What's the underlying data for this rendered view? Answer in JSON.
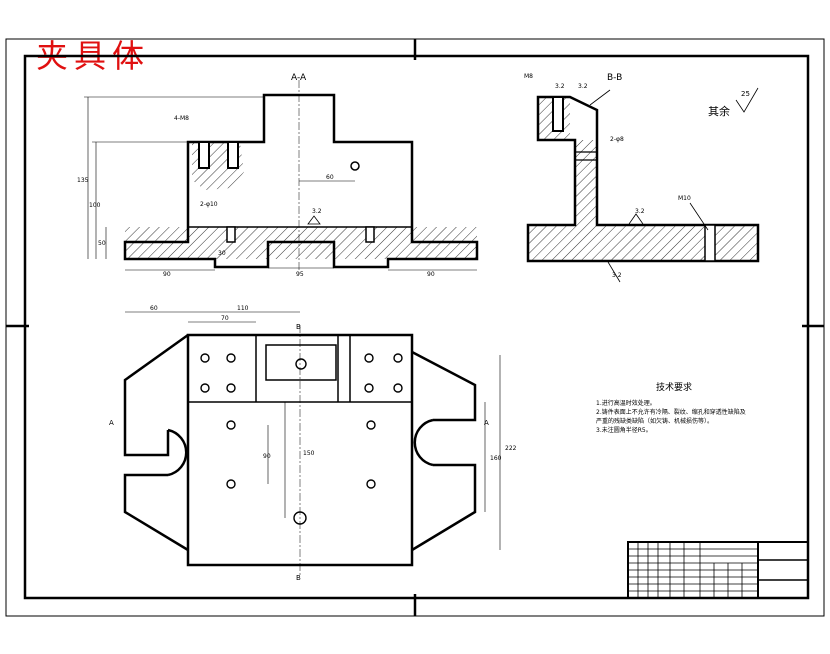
{
  "title": "夹具体",
  "views": {
    "section_a": "A-A",
    "section_b": "B-B",
    "marker_a_left": "A",
    "marker_a_right": "A",
    "marker_b_top": "B",
    "marker_b_bottom": "B"
  },
  "roughness": {
    "rest_label": "其余",
    "rest_value": "25",
    "a_mid": "3.2",
    "b_top_left": "3.2",
    "b_top_right": "3.2",
    "b_mid": "3.2",
    "b_bottom": "3.2"
  },
  "notes": {
    "b_thread": "M8",
    "b_hole": "2-φ8",
    "b_right": "M10",
    "a_thread": "4-M8",
    "a_hole": "2-φ10"
  },
  "dims": {
    "a_vert_1": "135",
    "a_vert_2": "100",
    "a_vert_3": "50",
    "a_left_h": "30",
    "a_bot_left": "90",
    "a_bot_mid": "95",
    "a_bot_right": "90",
    "a_hole_h": "60",
    "top_1": "60",
    "top_2": "110",
    "top_3": "70",
    "side_1": "160",
    "side_2": "222",
    "mid_1": "150",
    "mid_2": "90"
  },
  "tech": {
    "heading": "技术要求",
    "lines": [
      "1.进行高温时效处理。",
      "2.铸件表面上不允许有冷隔、裂纹、缩孔和穿透性缺陷及",
      "严重的残缺类缺陷（如欠铸、机械损伤等）。",
      "3.未注圆角半径R5。"
    ]
  }
}
